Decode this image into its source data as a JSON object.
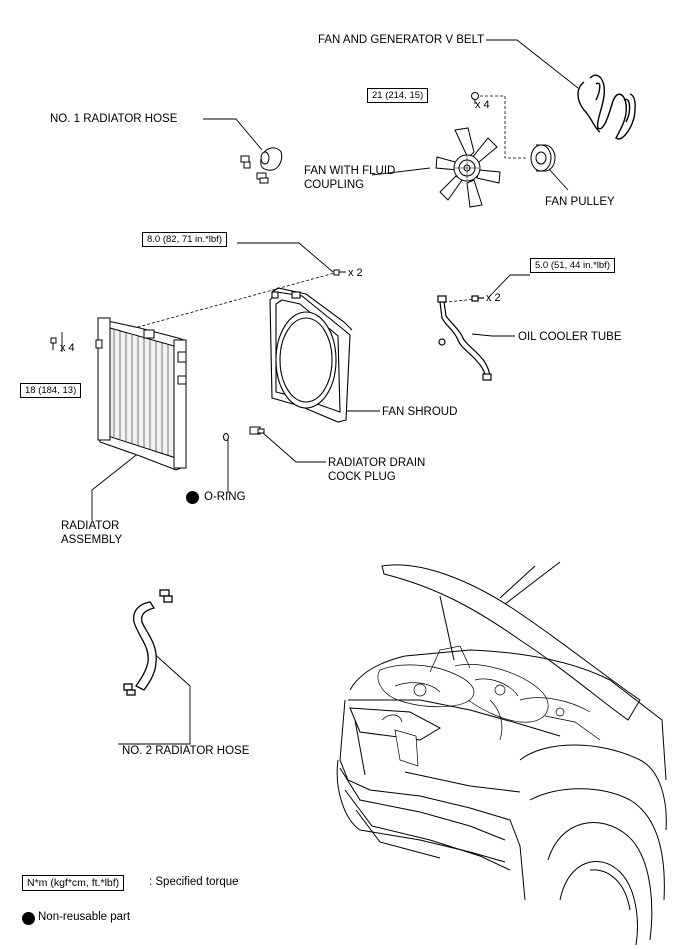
{
  "labels": {
    "fan_belt": "FAN AND GENERATOR V BELT",
    "radiator_hose_1": "NO. 1 RADIATOR HOSE",
    "fan_fluid_coupling": "FAN WITH FLUID\nCOUPLING",
    "fan_pulley": "FAN PULLEY",
    "oil_cooler_tube": "OIL COOLER TUBE",
    "fan_shroud": "FAN SHROUD",
    "drain_cock_plug": "RADIATOR DRAIN\nCOCK PLUG",
    "o_ring": "O-RING",
    "radiator_assembly": "RADIATOR\nASSEMBLY",
    "radiator_hose_2": "NO. 2 RADIATOR HOSE"
  },
  "torques": {
    "fan": "21 (214, 15)",
    "shroud": "8.0 (82, 71 in.*lbf)",
    "oil_cooler": "5.0 (51, 44 in.*lbf)",
    "radiator": "18 (184, 13)"
  },
  "quantities": {
    "fan": "x 4",
    "shroud": "x 2",
    "oil_cooler": "x 2",
    "radiator": "x 4"
  },
  "legend": {
    "torque_unit": "N*m (kgf*cm, ft.*lbf)",
    "torque_desc": ": Specified torque",
    "nonreusable_desc": "Non-reusable part"
  },
  "icons": {
    "nonreusable": "filled-circle-icon"
  }
}
